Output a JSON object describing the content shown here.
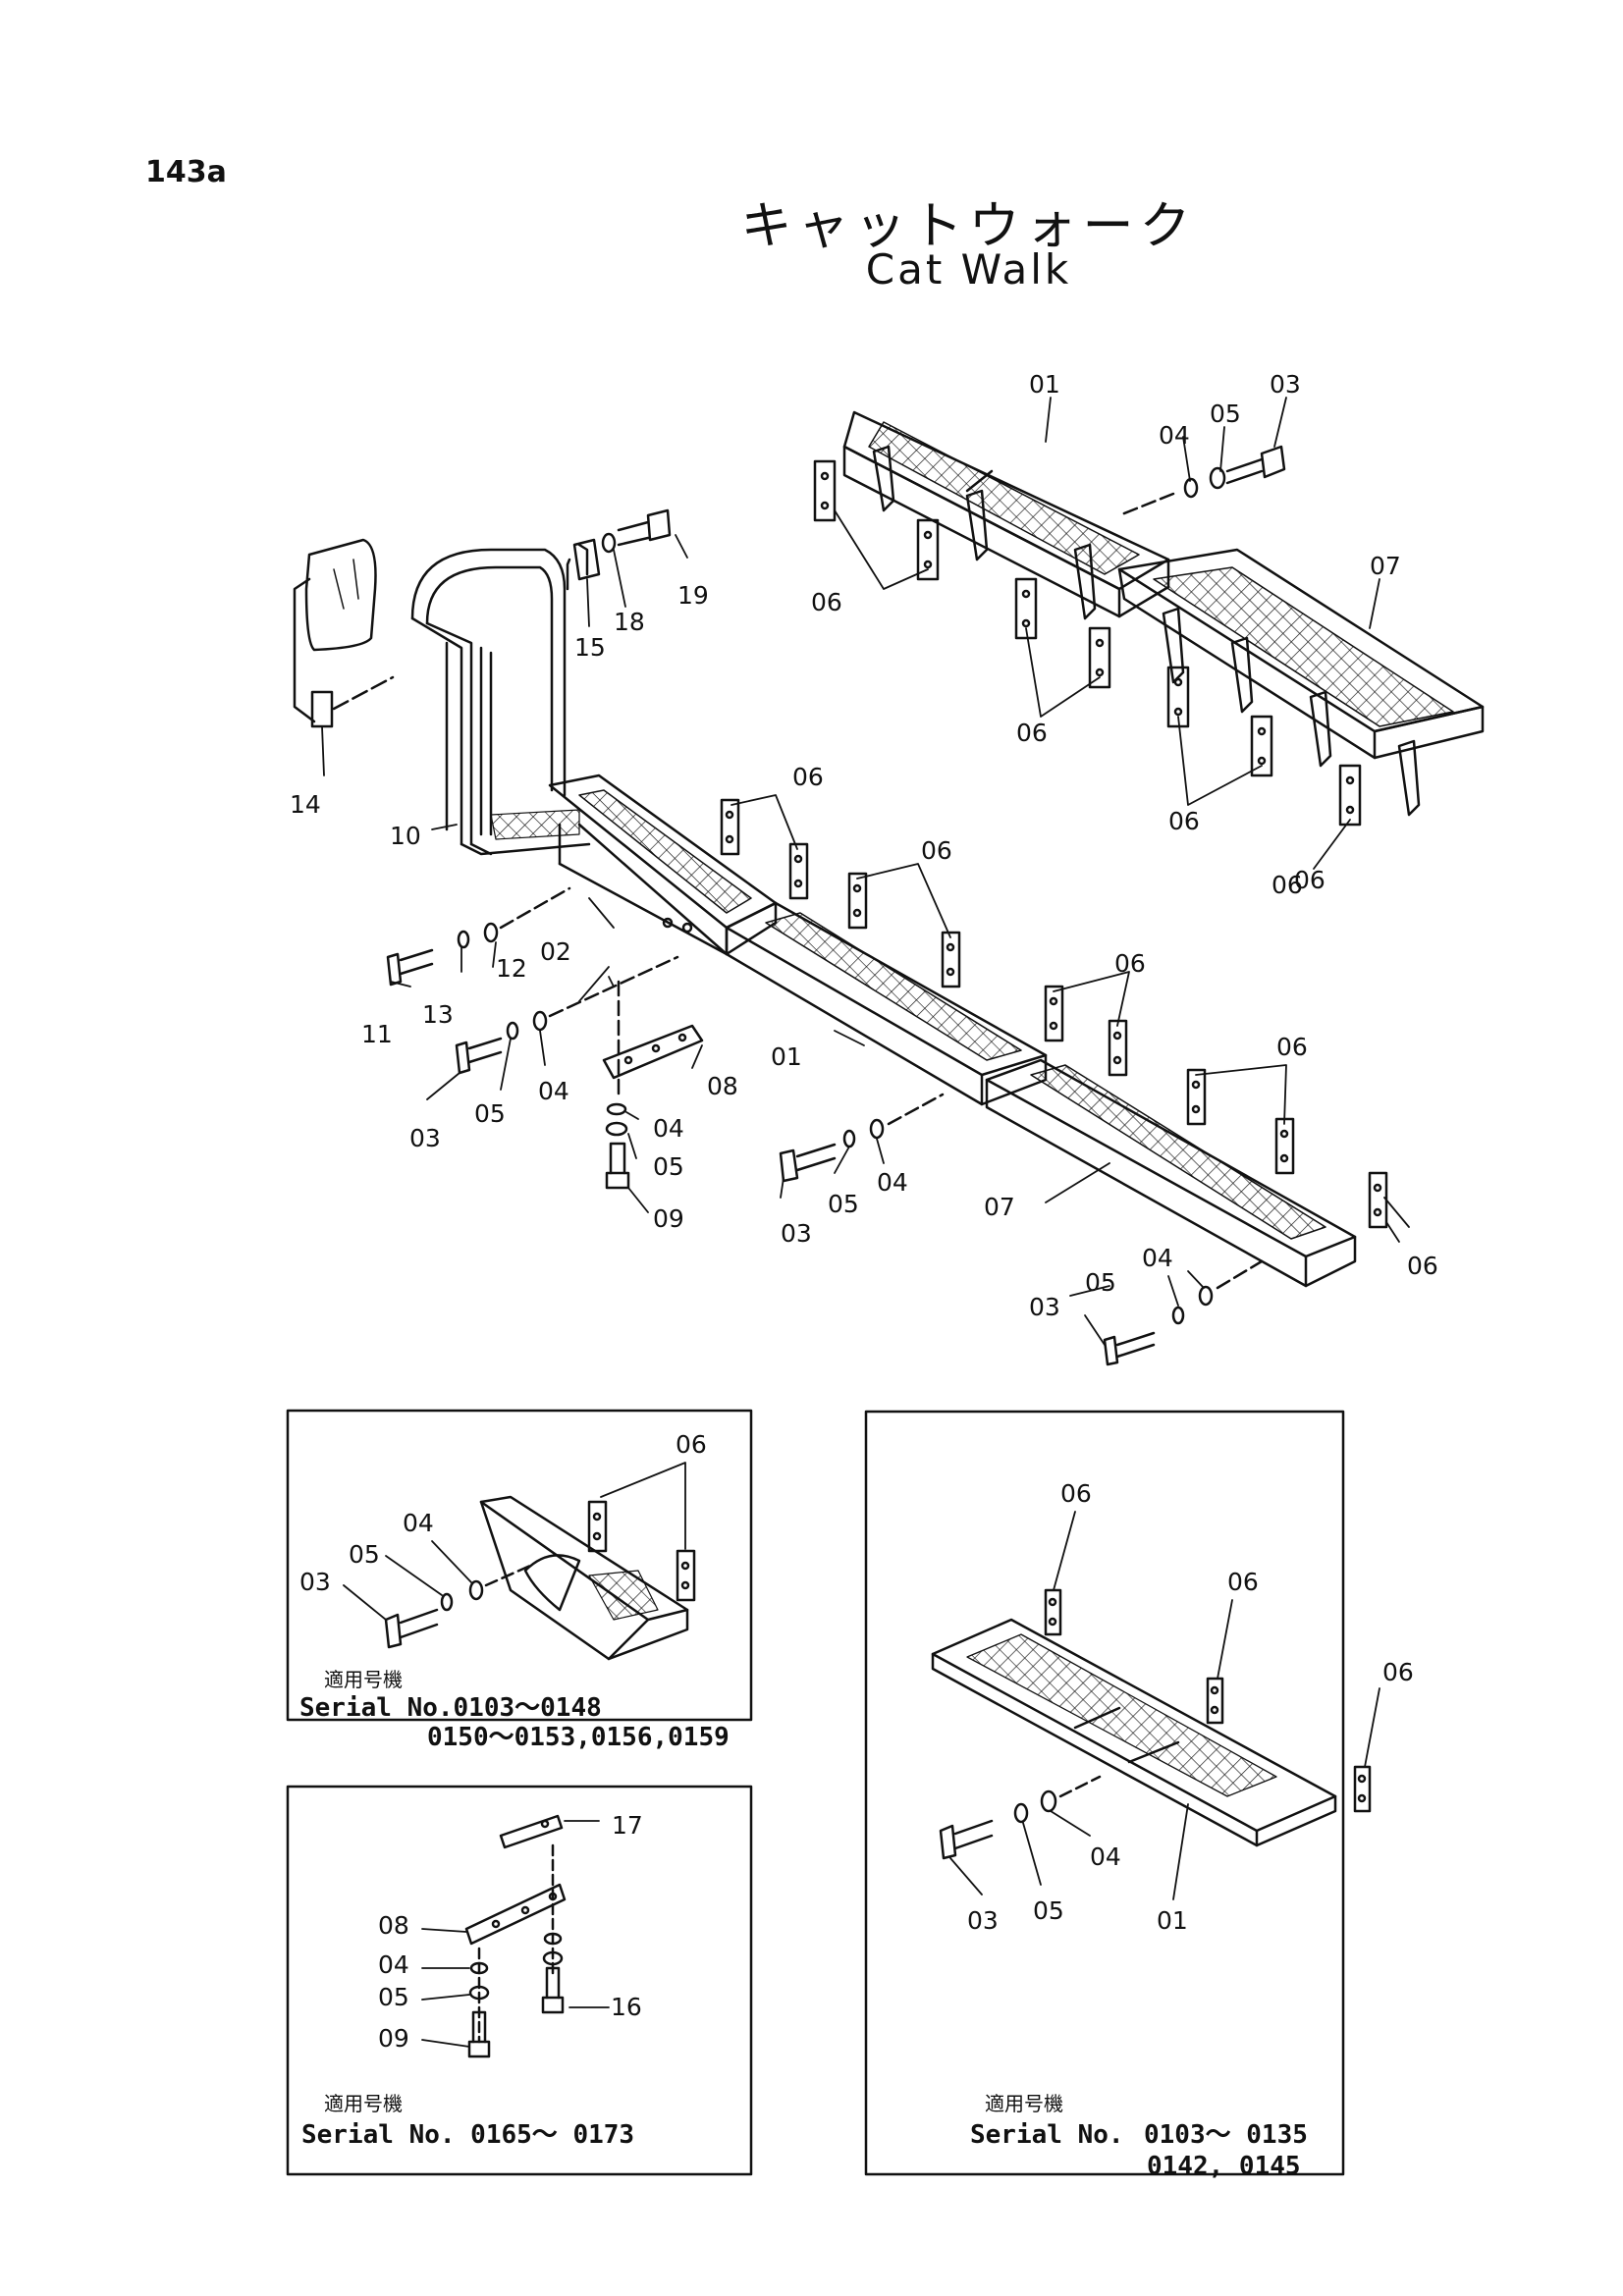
{
  "page_number": "143a",
  "title_jp": "キャットウォーク",
  "title_en": "Cat Walk",
  "main_labels": [
    "01",
    "03",
    "04",
    "05",
    "06",
    "07",
    "06",
    "06",
    "06",
    "06",
    "19",
    "18",
    "15",
    "14",
    "10",
    "06",
    "06",
    "02",
    "12",
    "13",
    "11",
    "03",
    "05",
    "04",
    "08",
    "04",
    "05",
    "09",
    "01",
    "06",
    "06",
    "03",
    "05",
    "04",
    "07",
    "06",
    "05",
    "04",
    "03"
  ],
  "inset_a": {
    "labels": [
      "06",
      "04",
      "05",
      "03"
    ],
    "note": "適用号機",
    "serial_line1": "Serial No.0103〜0148",
    "serial_line2": "0150〜0153,0156,0159"
  },
  "inset_b": {
    "labels": [
      "17",
      "08",
      "04",
      "05",
      "09",
      "16"
    ],
    "note": "適用号機",
    "serial_line1": "Serial No. 0165〜 0173"
  },
  "inset_c": {
    "labels": [
      "06",
      "06",
      "06",
      "03",
      "05",
      "04",
      "01"
    ],
    "note": "適用号機",
    "serial_prefix": "Serial No.",
    "serial_line1": "0103〜 0135",
    "serial_line2": "0142, 0145"
  }
}
